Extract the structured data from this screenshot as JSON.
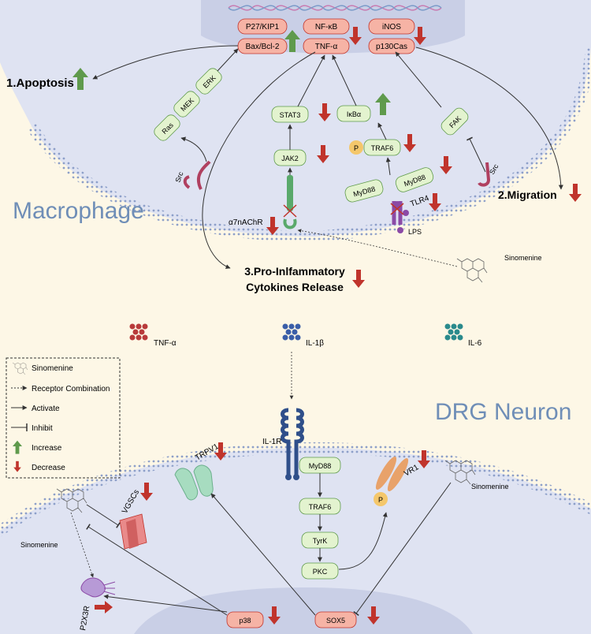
{
  "macrophage": {
    "title": "Macrophage",
    "top_labels": {
      "p27": "P27/KIP1",
      "nfkb": "NF-κB",
      "inos": "iNOS",
      "bax": "Bax/Bcl-2",
      "tnfa": "TNF-α",
      "p130": "p130Cas"
    },
    "pathway_labels": {
      "erk": "ERK",
      "mek": "MEK",
      "ras": "Ras",
      "src_left": "Src",
      "src_right": "Src",
      "stat3": "STAT3",
      "jak2": "JAK2",
      "ikba": "IκBα",
      "traf6": "TRAF6",
      "myd88_a": "MyD88",
      "myd88_b": "MyD88",
      "fak": "FAK",
      "p": "P"
    },
    "receptors": {
      "a7": "α7nAChR",
      "tlr4": "TLR4",
      "lps": "LPS"
    },
    "outcomes": {
      "apoptosis": "1.Apoptosis",
      "migration": "2.Migration",
      "release_line1": "3.Pro-Inlfammatory",
      "release_line2": "Cytokines Release"
    },
    "sinomenine": "Sinomenine"
  },
  "cytokines": {
    "tnfa": "TNF-α",
    "il1b": "IL-1β",
    "il6": "IL-6"
  },
  "neuron": {
    "title": "DRG Neuron",
    "labels": {
      "il1r": "IL-1R",
      "myd88": "MyD88",
      "traf6": "TRAF6",
      "tyrk": "TyrK",
      "pkc": "PKC",
      "p38": "p38",
      "sox5": "SOX5",
      "trpv1": "TRPV1",
      "vgscs": "VGSCs",
      "vr1": "VR1",
      "p2x3r": "P2X3R",
      "p": "P"
    },
    "sinomenine_right": "Sinomenine",
    "sinomenine_left": "Sinomenine"
  },
  "legend": {
    "items": [
      {
        "icon": "sinomenine-structure",
        "label": "Sinomenine"
      },
      {
        "icon": "dotted-arrow",
        "label": "Receptor Combination"
      },
      {
        "icon": "solid-arrow",
        "label": "Activate"
      },
      {
        "icon": "flat-end-line",
        "label": "Inhibit"
      },
      {
        "icon": "green-up-arrow",
        "label": "Increase"
      },
      {
        "icon": "red-down-arrow",
        "label": "Decrease"
      }
    ]
  },
  "colors": {
    "background": "#fdf7e6",
    "cell": "#dfe3f2",
    "nucleus": "#c9cfe6",
    "membrane_dot": "#8d9fc9",
    "pink_box": "#f6b3a5",
    "green_box": "#e3f3cf",
    "increase": "#5f9a4c",
    "decrease": "#c0342c",
    "title": "#6f8eb7",
    "tnf_dots": "#b83a3a",
    "il1b_dots": "#3a5ea8",
    "il6_dots": "#2a8a8c"
  }
}
